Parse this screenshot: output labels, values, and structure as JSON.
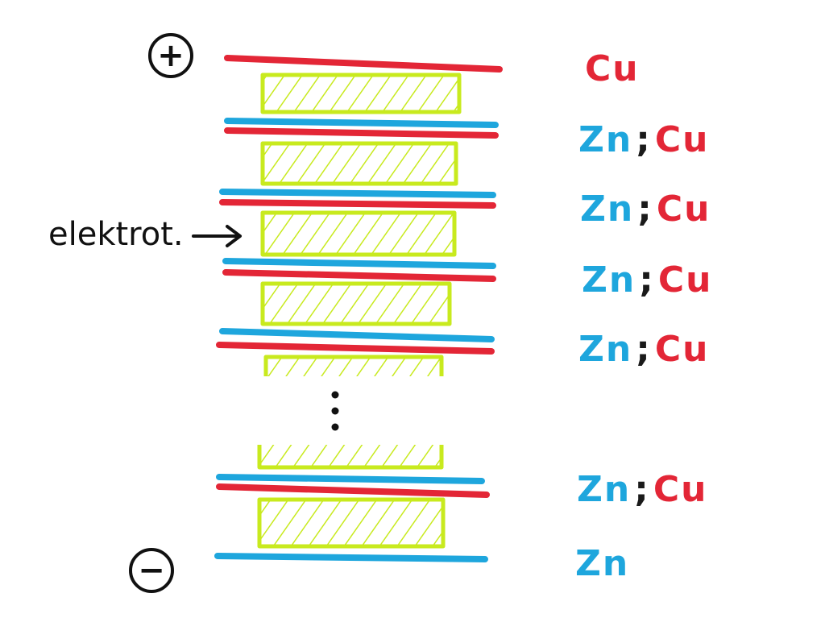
{
  "colors": {
    "copper": "#e32636",
    "zinc": "#1ea6dd",
    "electrolyte": "#c8ea1e",
    "ink": "#111111"
  },
  "terminals": {
    "positive": "+",
    "negative": "−"
  },
  "electrolyte_label": "elektrot.",
  "ellipsis": ":",
  "layer_labels": [
    {
      "zinc": "",
      "separator": "",
      "copper": "Cu"
    },
    {
      "zinc": "Zn",
      "separator": ";",
      "copper": "Cu"
    },
    {
      "zinc": "Zn",
      "separator": ";",
      "copper": "Cu"
    },
    {
      "zinc": "Zn",
      "separator": ";",
      "copper": "Cu"
    },
    {
      "zinc": "Zn",
      "separator": ";",
      "copper": "Cu"
    },
    {
      "zinc": "Zn",
      "separator": ";",
      "copper": "Cu"
    },
    {
      "zinc": "Zn",
      "separator": "",
      "copper": ""
    }
  ]
}
